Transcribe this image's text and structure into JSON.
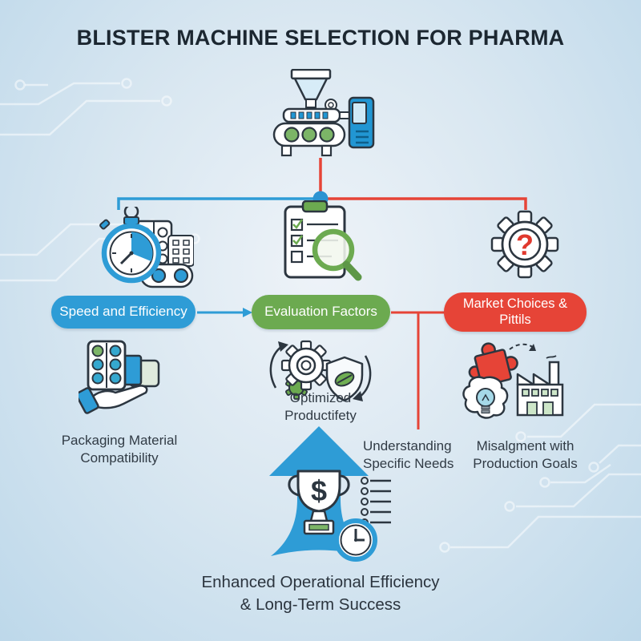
{
  "title": "BLISTER MACHINE SELECTION FOR PHARMA",
  "colors": {
    "accent_blue": "#2e9cd6",
    "accent_green": "#6caa50",
    "accent_red": "#e64437",
    "outline_ink": "#2c3640",
    "background_light": "#eef3f8",
    "background_dark": "#bdd8ea",
    "text": "#313b45"
  },
  "root": {
    "icon": "blister-machine-icon"
  },
  "branches": {
    "speed": {
      "label": "Speed and Efficiency",
      "topic_icon": "stopwatch-conveyor-icon",
      "detail_icon": "hand-blister-pack-icon",
      "caption": "Packaging Material\nCompatibility"
    },
    "evaluation": {
      "label": "Evaluation Factors",
      "topic_icon": "checklist-magnifier-icon",
      "detail_icon": "gears-shield-cycle-icon",
      "caption": "Optimized\nProductifety"
    },
    "market": {
      "label": "Market Choices &\nPittils",
      "topic_icon": "gear-question-icon",
      "detail_icon": "puzzle-brain-factory-icon",
      "caption": "Misalgment with\nProduction Goals"
    }
  },
  "annotations": {
    "understanding": "Understanding\nSpecific Needs",
    "outcome": "Enhanced Operational Efficiency\n& Long-Term Success",
    "outcome_icon": "growth-arrow-trophy-clock-icon"
  },
  "glyphs": {
    "question_mark": "?",
    "dollar": "$"
  }
}
